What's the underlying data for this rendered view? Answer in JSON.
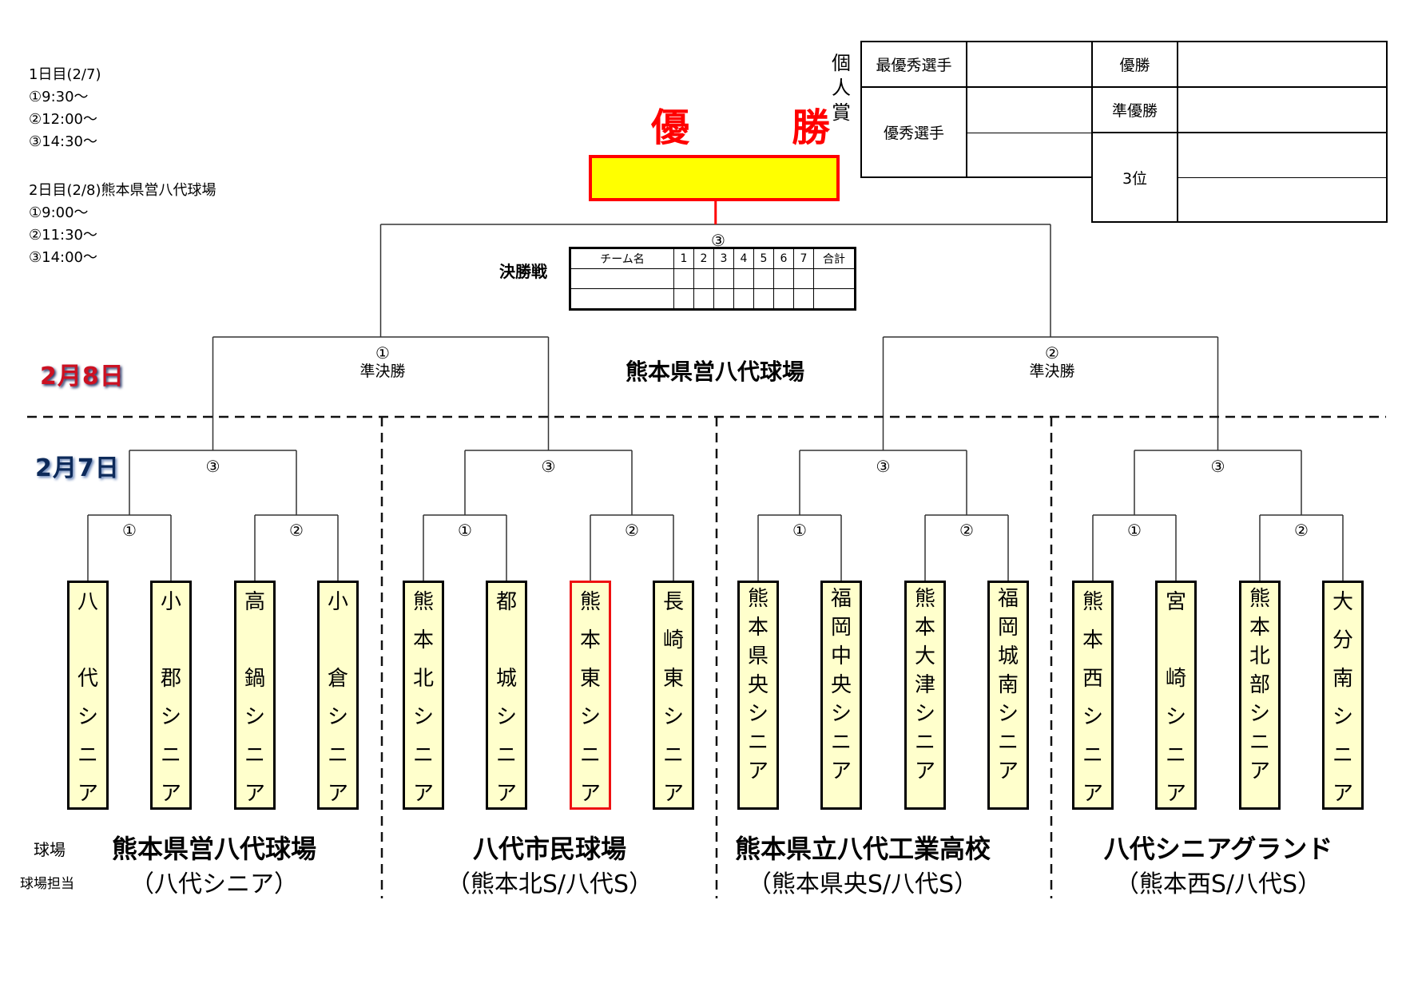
{
  "schedule": {
    "day1": [
      "1日目(2/7)",
      "①9:30～",
      "②12:00～",
      "③14:30～"
    ],
    "day2": [
      "2日目(2/8)熊本県営八代球場",
      "①9:00～",
      "②11:30～",
      "③14:00～"
    ]
  },
  "dates": {
    "day2": "2月8日",
    "day1": "2月7日"
  },
  "champion": {
    "title": "優　勝",
    "value": ""
  },
  "final": {
    "label": "決勝戦",
    "game_no": "③",
    "headers": [
      "チーム名",
      "1",
      "2",
      "3",
      "4",
      "5",
      "6",
      "7",
      "合計"
    ],
    "rows": [
      [
        "",
        "",
        "",
        "",
        "",
        "",
        "",
        "",
        ""
      ],
      [
        "",
        "",
        "",
        "",
        "",
        "",
        "",
        "",
        ""
      ]
    ]
  },
  "semifinals": [
    {
      "game_no": "①",
      "label": "準決勝"
    },
    {
      "game_no": "②",
      "label": "準決勝"
    }
  ],
  "day2_venue": "熊本県営八代球場",
  "awards": {
    "section_label": "個人賞",
    "mvp_label": "最優秀選手",
    "excellent_label": "優秀選手",
    "champion_label": "優勝",
    "runner_up_label": "準優勝",
    "third_label": "3位"
  },
  "groups": [
    {
      "semi_game": "③",
      "games": [
        "①",
        "②"
      ],
      "teams": [
        {
          "name": "八代シニア",
          "lines": [
            "八",
            "",
            "代",
            "シ",
            "ニ",
            "ア"
          ],
          "highlight": false
        },
        {
          "name": "小郡シニア",
          "lines": [
            "小",
            "",
            "郡",
            "シ",
            "ニ",
            "ア"
          ],
          "highlight": false
        },
        {
          "name": "高鍋シニア",
          "lines": [
            "高",
            "",
            "鍋",
            "シ",
            "ニ",
            "ア"
          ],
          "highlight": false
        },
        {
          "name": "小倉シニア",
          "lines": [
            "小",
            "",
            "倉",
            "シ",
            "ニ",
            "ア"
          ],
          "highlight": false
        }
      ],
      "venue": "熊本県営八代球場",
      "host": "（八代シニア）"
    },
    {
      "semi_game": "③",
      "games": [
        "①",
        "②"
      ],
      "teams": [
        {
          "name": "熊本北シニア",
          "lines": [
            "熊",
            "本",
            "北",
            "シ",
            "ニ",
            "ア"
          ],
          "highlight": false
        },
        {
          "name": "都城シニア",
          "lines": [
            "都",
            "",
            "城",
            "シ",
            "ニ",
            "ア"
          ],
          "highlight": false
        },
        {
          "name": "熊本東シニア",
          "lines": [
            "熊",
            "本",
            "東",
            "シ",
            "ニ",
            "ア"
          ],
          "highlight": true
        },
        {
          "name": "長崎東シニア",
          "lines": [
            "長",
            "崎",
            "東",
            "シ",
            "ニ",
            "ア"
          ],
          "highlight": false
        }
      ],
      "venue": "八代市民球場",
      "host": "（熊本北S/八代S）"
    },
    {
      "semi_game": "③",
      "games": [
        "①",
        "②"
      ],
      "teams": [
        {
          "name": "熊本県央シニア",
          "lines": [
            "熊",
            "本",
            "県",
            "央",
            "シ",
            "ニ",
            "ア"
          ],
          "highlight": false
        },
        {
          "name": "福岡中央シニア",
          "lines": [
            "福",
            "岡",
            "中",
            "央",
            "シ",
            "ニ",
            "ア"
          ],
          "highlight": false
        },
        {
          "name": "熊本大津シニア",
          "lines": [
            "熊",
            "本",
            "大",
            "津",
            "シ",
            "ニ",
            "ア"
          ],
          "highlight": false
        },
        {
          "name": "福岡城南シニア",
          "lines": [
            "福",
            "岡",
            "城",
            "南",
            "シ",
            "ニ",
            "ア"
          ],
          "highlight": false
        }
      ],
      "venue": "熊本県立八代工業高校",
      "host": "（熊本県央S/八代S）"
    },
    {
      "semi_game": "③",
      "games": [
        "①",
        "②"
      ],
      "teams": [
        {
          "name": "熊本西シニア",
          "lines": [
            "熊",
            "本",
            "西",
            "シ",
            "ニ",
            "ア"
          ],
          "highlight": false
        },
        {
          "name": "宮崎シニア",
          "lines": [
            "宮",
            "",
            "崎",
            "シ",
            "ニ",
            "ア"
          ],
          "highlight": false
        },
        {
          "name": "熊本北部シニア",
          "lines": [
            "熊",
            "本",
            "北",
            "部",
            "シ",
            "ニ",
            "ア"
          ],
          "highlight": false
        },
        {
          "name": "大分南シニア",
          "lines": [
            "大",
            "分",
            "南",
            "シ",
            "ニ",
            "ア"
          ],
          "highlight": false
        }
      ],
      "venue": "八代シニアグランド",
      "host": "（熊本西S/八代S）"
    }
  ],
  "venue_labels": {
    "venue": "球場",
    "host": "球場担当"
  },
  "colors": {
    "champion_fill": "#ffff00",
    "champion_border": "#ff0000",
    "team_fill": "#ffffcc",
    "highlight_border": "#ee1111"
  }
}
